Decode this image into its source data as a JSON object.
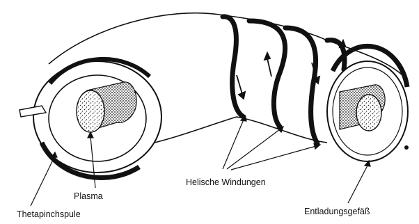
{
  "labels": {
    "plasma": "Plasma",
    "helical_windings": "Helische Windungen",
    "theta_pinch_coil": "Thetapinchspule",
    "discharge_vessel": "Entladungsgefäß"
  }
}
